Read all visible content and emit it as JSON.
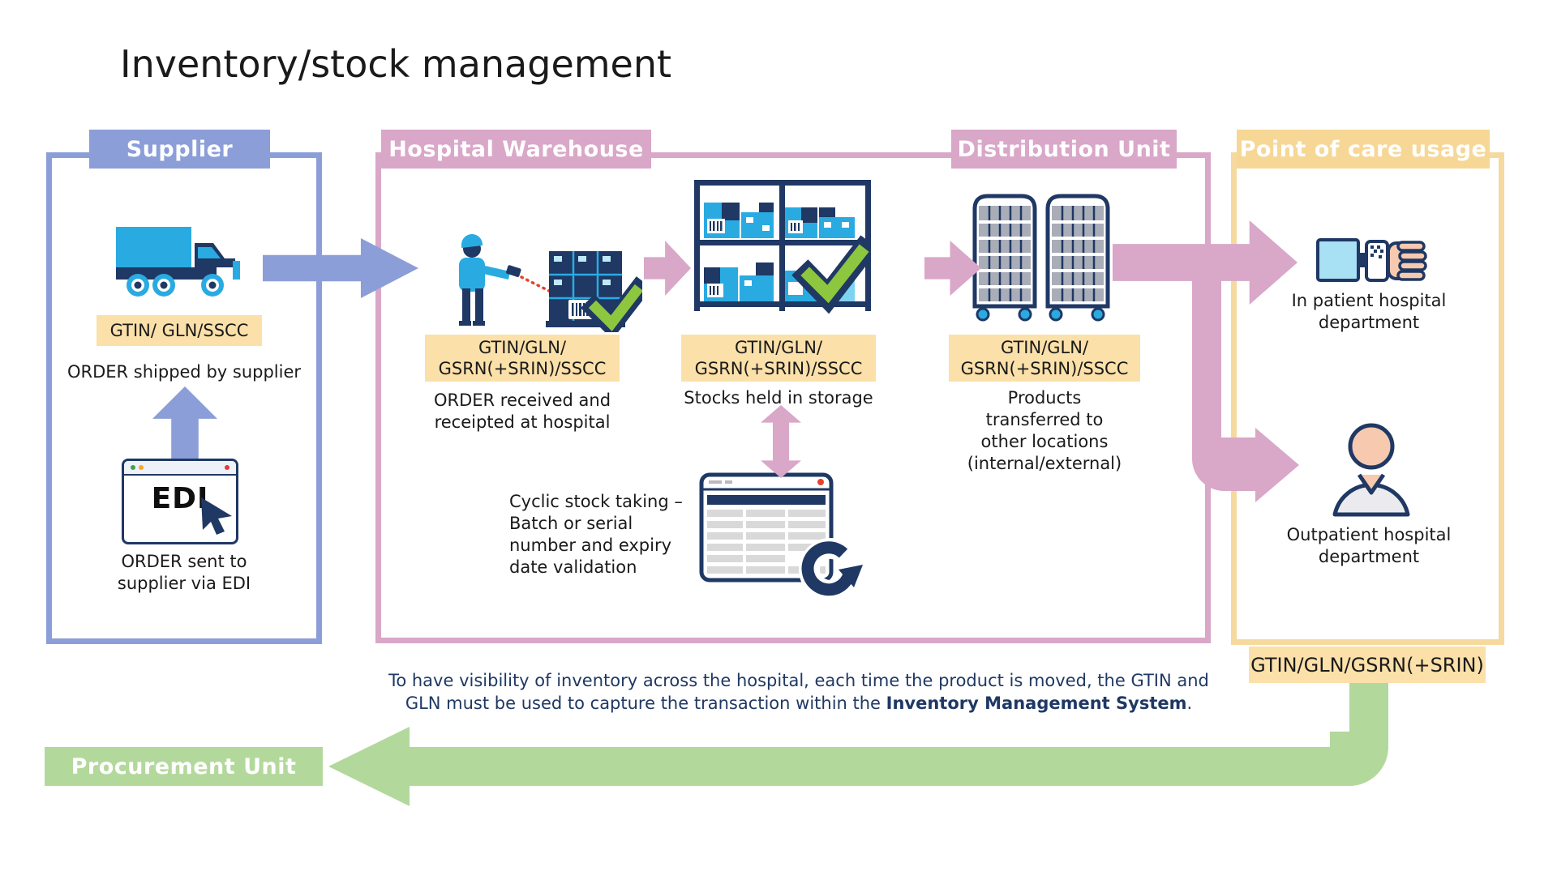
{
  "title": "Inventory/stock management",
  "colors": {
    "periwinkle": "#8C9ED8",
    "pink": "#D9A7C8",
    "tan_border": "#F6D99F",
    "tan_header": "#F6D795",
    "tan_label": "#FBE0A9",
    "green": "#B3D89C",
    "navy": "#1F3864",
    "cyan": "#29ABE2",
    "check_green": "#8DC63F",
    "scan_red": "#E8432C"
  },
  "supplier": {
    "header": "Supplier",
    "id_label": "GTIN/ GLN/SSCC",
    "order_shipped": "ORDER shipped by supplier",
    "edi_label": "EDI",
    "order_sent": "ORDER sent to\nsupplier via EDI"
  },
  "warehouse": {
    "header": "Hospital Warehouse",
    "received_id": "GTIN/GLN/\nGSRN(+SRIN)/SSCC",
    "received_caption": "ORDER received and\nreceipted at hospital",
    "storage_id": "GTIN/GLN/\nGSRN(+SRIN)/SSCC",
    "storage_caption": "Stocks held in storage",
    "cyclic_note": "Cyclic stock taking –\nBatch or serial\nnumber and expiry\ndate validation"
  },
  "distribution": {
    "header": "Distribution Unit",
    "id_label": "GTIN/GLN/\nGSRN(+SRIN)/SSCC",
    "caption": "Products\ntransferred to\nother locations\n(internal/external)"
  },
  "point_of_care": {
    "header": "Point of care usage",
    "inpatient_caption": "In patient hospital\ndepartment",
    "outpatient_caption": "Outpatient hospital\ndepartment",
    "id_label": "GTIN/GLN/GSRN(+SRIN)"
  },
  "procurement": {
    "header": "Procurement Unit"
  },
  "footnote": {
    "line1": "To have visibility of inventory across the hospital, each time the product is moved, the GTIN and",
    "line2_pre": "GLN must be used to capture the transaction within the ",
    "line2_bold": "Inventory Management System",
    "line2_post": "."
  }
}
